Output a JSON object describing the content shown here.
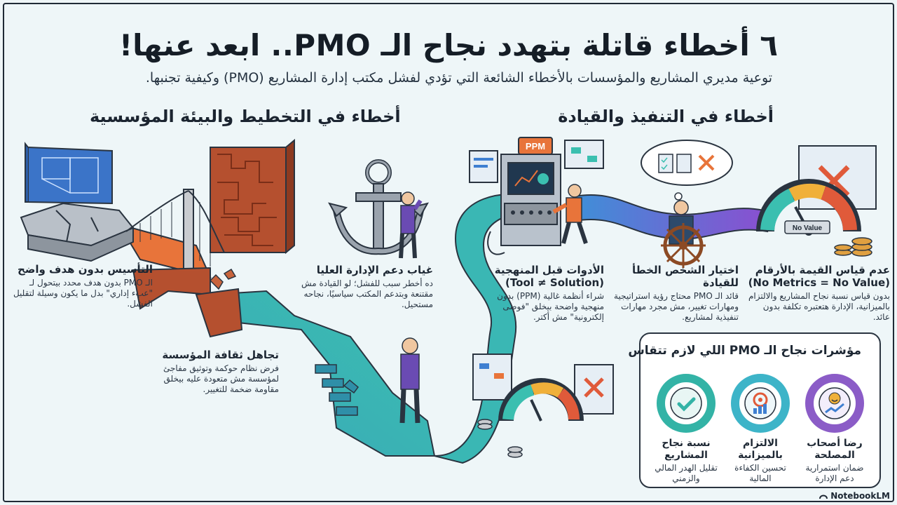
{
  "title": "٦ أخطاء قاتلة بتهدد نجاح الـ PMO.. ابعد عنها!",
  "subtitle": "توعية مديري المشاريع والمؤسسات بالأخطاء الشائعة التي تؤدي لفشل مكتب إدارة المشاريع (PMO) وكيفية تجنبها.",
  "sections": {
    "execution": "أخطاء في التنفيذ والقيادة",
    "planning": "أخطاء في التخطيط والبيئة المؤسسية"
  },
  "mistakes": [
    {
      "title": "التأسيس بدون هدف واضح",
      "body": "الـ PMO بدون هدف محدد بيتحول لـ \"عبء إداري\" بدل ما يكون وسيلة لتقليل الفشل."
    },
    {
      "title": "غياب دعم الإدارة العليا",
      "body": "ده أخطر سبب للفشل؛ لو القيادة مش مقتنعة وبتدعم المكتب سياسيًا، نجاحه مستحيل."
    },
    {
      "title": "تجاهل ثقافة المؤسسة",
      "body": "فرض نظام حوكمة وتوثيق مفاجئ لمؤسسة مش متعودة عليه بيخلق مقاومة ضخمة للتغيير."
    },
    {
      "title": "الأدوات قبل المنهجية (Tool ≠ Solution)",
      "body": "شراء أنظمة غالية (PPM) بدون منهجية واضحة بيخلق \"فوضى إلكترونية\" مش أكتر."
    },
    {
      "title": "اختيار الشخص الخطأ للقيادة",
      "body": "قائد الـ PMO محتاج رؤية استراتيجية ومهارات تغيير، مش مجرد مهارات تنفيذية لمشاريع."
    },
    {
      "title": "عدم قياس القيمة بالأرقام (No Metrics = No Value)",
      "body": "بدون قياس نسبة نجاح المشاريع والالتزام بالميزانية، الإدارة هتعتبره تكلفة بدون عائد."
    }
  ],
  "illustration_labels": {
    "ppm_sign": "PPM",
    "gauge_label": "No Value"
  },
  "kpis": {
    "title": "مؤشرات نجاح الـ PMO اللي لازم تتقاس",
    "items": [
      {
        "title": "نسبة نجاح المشاريع",
        "body": "تقليل الهدر المالي والزمني",
        "color": "#33b3a6",
        "icon": "check-icon"
      },
      {
        "title": "الالتزام بالميزانية",
        "body": "تحسين الكفاءة المالية",
        "color": "#3db4c8",
        "icon": "target-chart-icon"
      },
      {
        "title": "رضا أصحاب المصلحة",
        "body": "ضمان استمرارية دعم الإدارة",
        "color": "#8b5cc7",
        "icon": "smiley-trend-icon"
      }
    ]
  },
  "brand": "NotebookLM",
  "colors": {
    "path_orange": "#e8743a",
    "path_teal": "#3bbfb0",
    "path_blue": "#3f7fd1",
    "path_purple": "#8a4fd0",
    "brick": "#b5502f",
    "ink": "#1d2733"
  }
}
